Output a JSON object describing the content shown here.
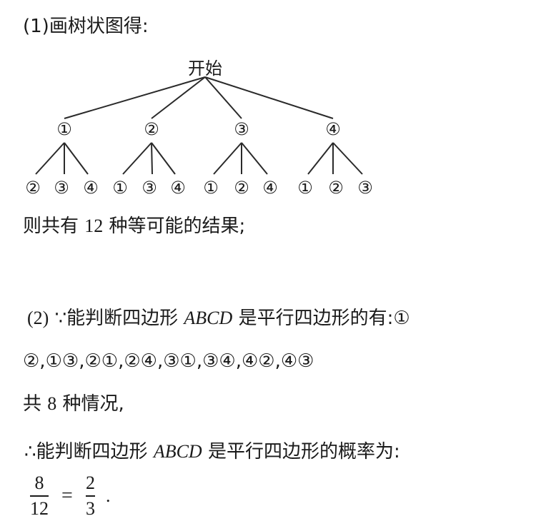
{
  "part1": {
    "heading": "(1)画树状图得:",
    "tree": {
      "root": "开始",
      "branches": [
        {
          "label": "①",
          "children": [
            "②",
            "③",
            "④"
          ]
        },
        {
          "label": "②",
          "children": [
            "①",
            "③",
            "④"
          ]
        },
        {
          "label": "③",
          "children": [
            "①",
            "②",
            "④"
          ]
        },
        {
          "label": "④",
          "children": [
            "①",
            "②",
            "③"
          ]
        }
      ]
    },
    "conclusion_pre": "则共有",
    "conclusion_num": "12",
    "conclusion_post": "种等可能的结果;"
  },
  "part2": {
    "label": "(2)",
    "because": "∵",
    "line1_text": "能判断四边形",
    "shape_name": "ABCD",
    "line1_rest": "是平行四边形的有:①",
    "line2": "②,①③,②①,②④,③①,③④,④②,④③",
    "line3_pre": "共",
    "line3_num": "8",
    "line3_post": "种情况,",
    "therefore": "∴",
    "line4_text": "能判断四边形",
    "line4_rest": "是平行四边形的概率为:",
    "frac1_num": "8",
    "frac1_den": "12",
    "equals": "=",
    "frac2_num": "2",
    "frac2_den": "3",
    "period": "."
  }
}
